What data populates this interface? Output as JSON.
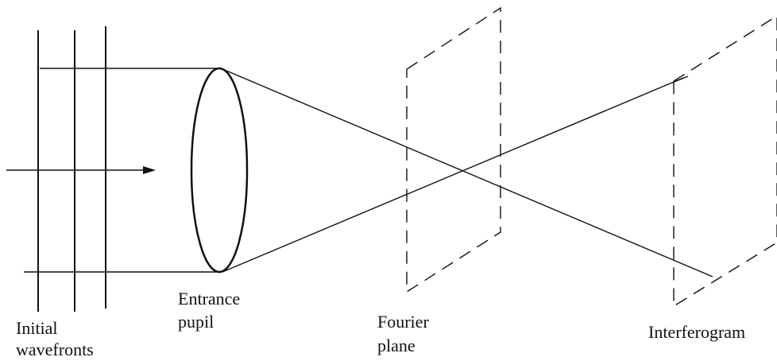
{
  "labels": {
    "initial_wavefronts": [
      "Initial",
      "wavefronts"
    ],
    "entrance_pupil": [
      "Entrance",
      "pupil"
    ],
    "fourier_plane": [
      "Fourier",
      "plane"
    ],
    "interferogram": [
      "Interferogram"
    ]
  }
}
